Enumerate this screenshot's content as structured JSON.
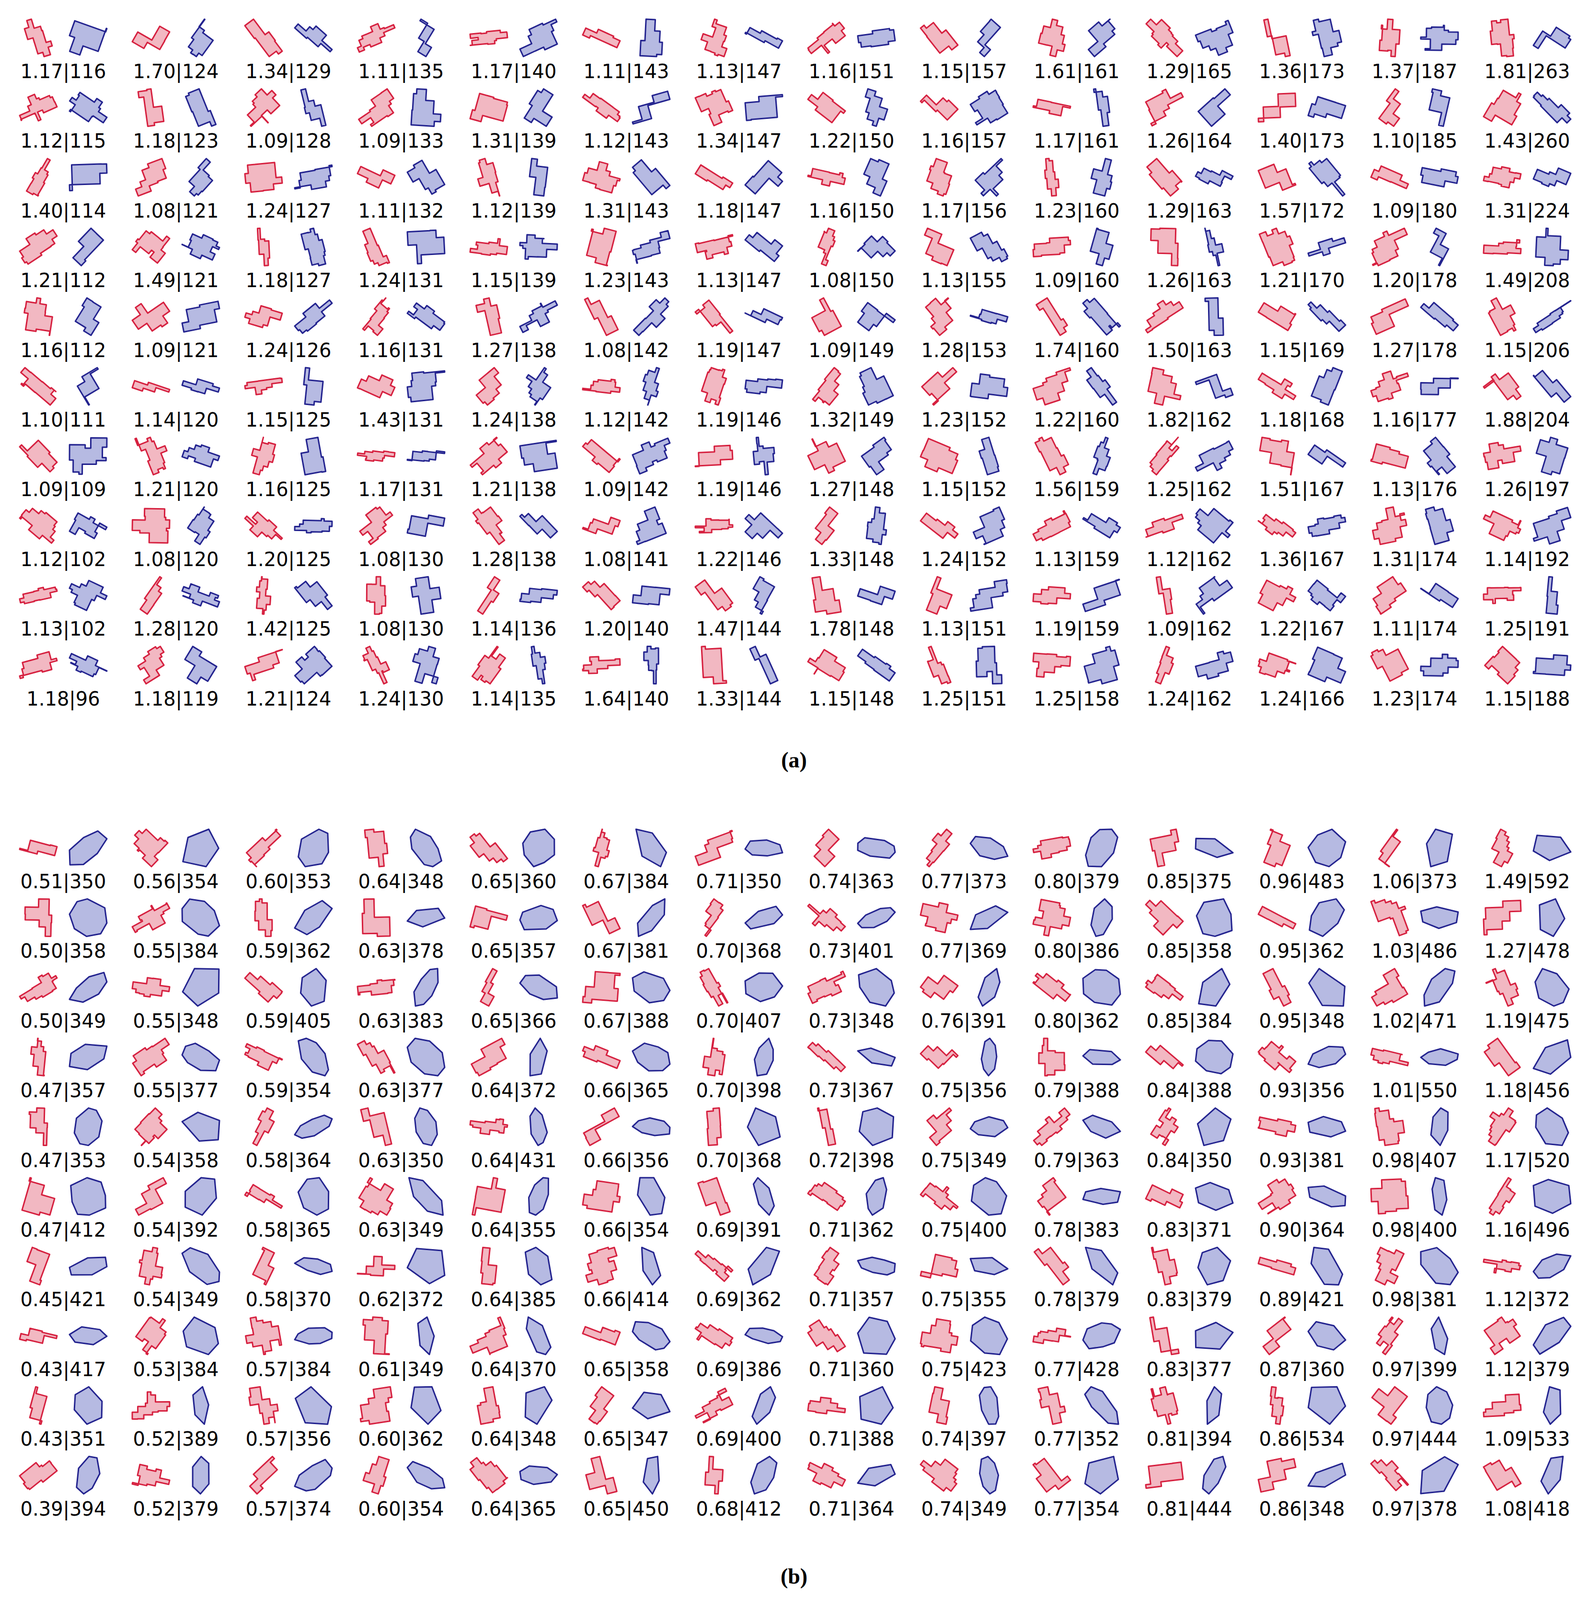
{
  "diagram": {
    "labels": [
      "1.17|116",
      "1.70|124",
      "1.34|129",
      "1.11|135",
      "1.17|140",
      "1.11|143",
      "1.13|147",
      "1.16|151",
      "1.15|157",
      "1.61|161",
      "1.29|165",
      "1.36|173",
      "1.37|187",
      "1.81|263",
      "1.12|115",
      "1.18|123",
      "1.09|128",
      "1.09|133",
      "1.31|139",
      "1.12|143",
      "1.34|147",
      "1.22|150",
      "1.16|157",
      "1.17|161",
      "1.26|164",
      "1.40|173",
      "1.10|185",
      "1.43|260",
      "1.40|114",
      "1.08|121",
      "1.24|127",
      "1.11|132",
      "1.12|139",
      "1.31|143",
      "1.18|147",
      "1.16|150",
      "1.17|156",
      "1.23|160",
      "1.29|163",
      "1.57|172",
      "1.09|180",
      "1.31|224",
      "1.21|112",
      "1.49|121",
      "1.18|127",
      "1.24|131",
      "1.15|139",
      "1.23|143",
      "1.13|147",
      "1.08|150",
      "1.13|155",
      "1.09|160",
      "1.26|163",
      "1.21|170",
      "1.20|178",
      "1.49|208",
      "1.16|112",
      "1.09|121",
      "1.24|126",
      "1.16|131",
      "1.27|138",
      "1.08|142",
      "1.19|147",
      "1.09|149",
      "1.28|153",
      "1.74|160",
      "1.50|163",
      "1.15|169",
      "1.27|178",
      "1.15|206",
      "1.10|111",
      "1.14|120",
      "1.15|125",
      "1.43|131",
      "1.24|138",
      "1.12|142",
      "1.19|146",
      "1.32|149",
      "1.23|152",
      "1.22|160",
      "1.82|162",
      "1.18|168",
      "1.16|177",
      "1.88|204",
      "1.09|109",
      "1.21|120",
      "1.16|125",
      "1.17|131",
      "1.21|138",
      "1.09|142",
      "1.19|146",
      "1.27|148",
      "1.15|152",
      "1.56|159",
      "1.25|162",
      "1.51|167",
      "1.13|176",
      "1.26|197",
      "1.12|102",
      "1.08|120",
      "1.20|125",
      "1.08|130",
      "1.28|138",
      "1.08|141",
      "1.22|146",
      "1.33|148",
      "1.24|152",
      "1.13|159",
      "1.12|162",
      "1.36|167",
      "1.31|174",
      "1.14|192",
      "1.13|102",
      "1.28|120",
      "1.42|125",
      "1.08|130",
      "1.14|136",
      "1.20|140",
      "1.47|144",
      "1.78|148",
      "1.13|151",
      "1.19|159",
      "1.09|162",
      "1.22|167",
      "1.11|174",
      "1.25|191",
      "1.18|96",
      "1.18|119",
      "1.21|124",
      "1.24|130",
      "1.14|135",
      "1.64|140",
      "1.33|144",
      "1.15|148",
      "1.25|151",
      "1.25|158",
      "1.24|162",
      "1.24|166",
      "1.23|174",
      "1.15|188",
      "(a)",
      "0.51|350",
      "0.56|354",
      "0.60|353",
      "0.64|348",
      "0.65|360",
      "0.67|384",
      "0.71|350",
      "0.74|363",
      "0.77|373",
      "0.80|379",
      "0.85|375",
      "0.96|483",
      "1.06|373",
      "1.49|592",
      "0.50|358",
      "0.55|384",
      "0.59|362",
      "0.63|378",
      "0.65|357",
      "0.67|381",
      "0.70|368",
      "0.73|401",
      "0.77|369",
      "0.80|386",
      "0.85|358",
      "0.95|362",
      "1.03|486",
      "1.27|478",
      "0.50|349",
      "0.55|348",
      "0.59|405",
      "0.63|383",
      "0.65|366",
      "0.67|388",
      "0.70|407",
      "0.73|348",
      "0.76|391",
      "0.80|362",
      "0.85|384",
      "0.95|348",
      "1.02|471",
      "1.19|475",
      "0.47|357",
      "0.55|377",
      "0.59|354",
      "0.63|377",
      "0.64|372",
      "0.66|365",
      "0.70|398",
      "0.73|367",
      "0.75|356",
      "0.79|388",
      "0.84|388",
      "0.93|356",
      "1.01|550",
      "1.18|456",
      "0.47|353",
      "0.54|358",
      "0.58|364",
      "0.63|350",
      "0.64|431",
      "0.66|356",
      "0.70|368",
      "0.72|398",
      "0.75|349",
      "0.79|363",
      "0.84|350",
      "0.93|381",
      "0.98|407",
      "1.17|520",
      "0.47|412",
      "0.54|392",
      "0.58|365",
      "0.63|349",
      "0.64|355",
      "0.66|354",
      "0.69|391",
      "0.71|362",
      "0.75|400",
      "0.78|383",
      "0.83|371",
      "0.90|364",
      "0.98|400",
      "1.16|496",
      "0.45|421",
      "0.54|349",
      "0.58|370",
      "0.62|372",
      "0.64|385",
      "0.66|414",
      "0.69|362",
      "0.71|357",
      "0.75|355",
      "0.78|379",
      "0.83|379",
      "0.89|421",
      "0.98|381",
      "1.12|372",
      "0.43|417",
      "0.53|384",
      "0.57|384",
      "0.61|349",
      "0.64|370",
      "0.65|358",
      "0.69|386",
      "0.71|360",
      "0.75|423",
      "0.77|428",
      "0.83|377",
      "0.87|360",
      "0.97|399",
      "1.12|379",
      "0.43|351",
      "0.52|389",
      "0.57|356",
      "0.60|362",
      "0.64|348",
      "0.65|347",
      "0.69|400",
      "0.71|388",
      "0.74|397",
      "0.77|352",
      "0.81|394",
      "0.86|534",
      "0.97|444",
      "1.09|533",
      "0.39|394",
      "0.52|379",
      "0.57|374",
      "0.60|354",
      "0.64|365",
      "0.65|450",
      "0.68|412",
      "0.71|364",
      "0.74|349",
      "0.77|354",
      "0.81|444",
      "0.86|348",
      "0.97|378",
      "1.08|418",
      "(b)"
    ]
  }
}
